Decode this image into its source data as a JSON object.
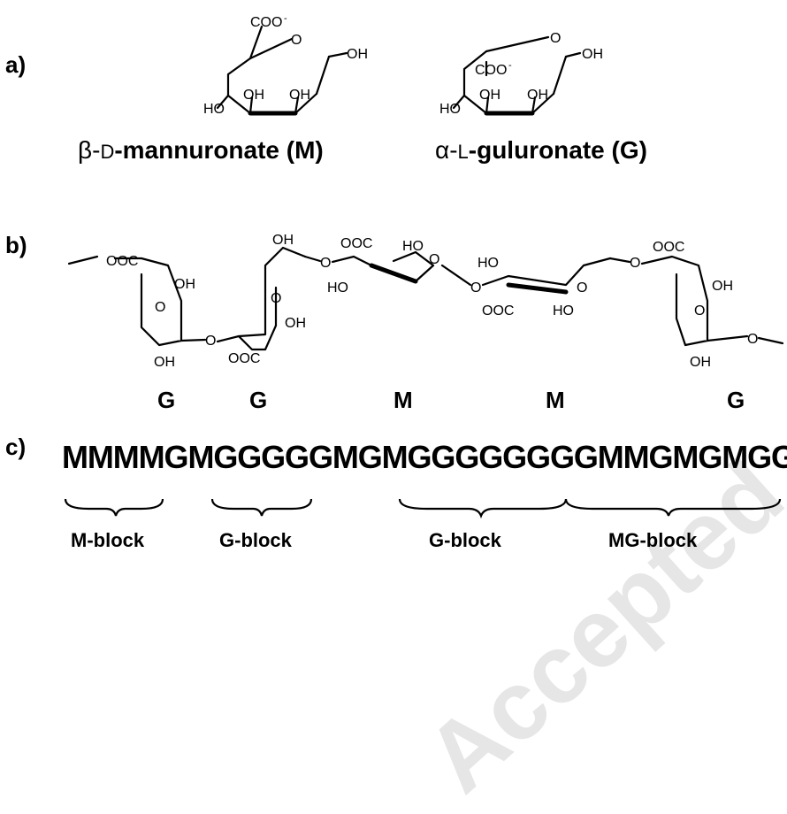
{
  "panels": {
    "a": "a)",
    "b": "b)",
    "c": "c)"
  },
  "monomers": {
    "mannuronate": {
      "prefix": "β-",
      "config": "D",
      "name": "-mannuronate (M)"
    },
    "guluronate": {
      "prefix": "α-",
      "config": "L",
      "name": "-guluronate (G)"
    }
  },
  "chain_units": [
    "G",
    "G",
    "M",
    "M",
    "G"
  ],
  "groups": {
    "coo_minus": "COO",
    "minus_ooc": "OOC",
    "minus_sign": "-",
    "oh": "OH",
    "ho": "HO",
    "o": "O"
  },
  "sequence": "MMMMGMGGGGGMGMGGGGGGGGMMGMGMGGM",
  "blocks": [
    "M-block",
    "G-block",
    "G-block",
    "MG-block"
  ],
  "watermark": "Accepted"
}
